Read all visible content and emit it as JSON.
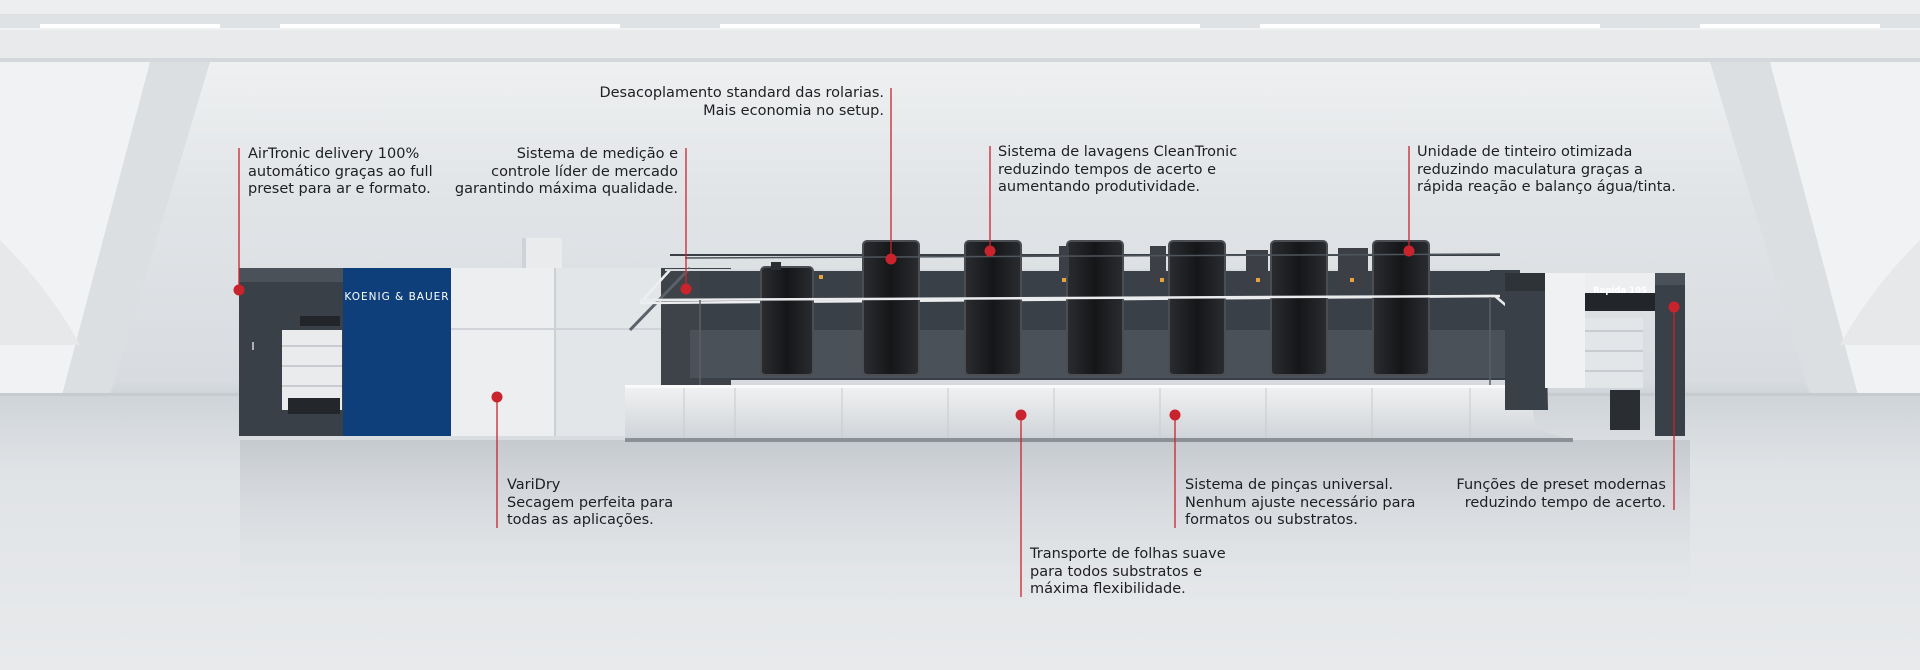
{
  "machine": {
    "brand": "KOENIG & BAUER",
    "model": "Rapida 105"
  },
  "colors": {
    "accent_dot": "#c9232d",
    "brand_blue": "#0f3f7a",
    "unit_black": "#1b1c1e",
    "machine_grey": "#3a4047"
  },
  "callouts": [
    {
      "id": "airtronic",
      "lines": [
        "AirTronic delivery 100%",
        "automático graças ao full",
        "preset para ar e formato."
      ]
    },
    {
      "id": "medicao",
      "lines": [
        "Sistema de medição e",
        "controle líder de mercado",
        "garantindo máxima qualidade."
      ]
    },
    {
      "id": "desacoplamento",
      "lines": [
        "Desacoplamento standard das rolarias.",
        "Mais economia no setup."
      ]
    },
    {
      "id": "cleantronic",
      "lines": [
        "Sistema de lavagens CleanTronic",
        "reduzindo tempos de acerto e",
        "aumentando produtividade."
      ]
    },
    {
      "id": "tinteiro",
      "lines": [
        "Unidade de tinteiro otimizada",
        "reduzindo maculatura graças a",
        "rápida reação e balanço água/tinta."
      ]
    },
    {
      "id": "varidry",
      "lines": [
        "VariDry",
        "Secagem perfeita para",
        "todas as aplicações."
      ]
    },
    {
      "id": "transporte",
      "lines": [
        "Transporte de folhas suave",
        "para todos substratos e",
        "máxima flexibilidade."
      ]
    },
    {
      "id": "pincas",
      "lines": [
        "Sistema de pinças universal.",
        "Nenhum ajuste necessário para",
        "formatos ou substratos."
      ]
    },
    {
      "id": "preset",
      "lines": [
        "Funções de preset modernas",
        "reduzindo tempo de acerto."
      ]
    }
  ]
}
